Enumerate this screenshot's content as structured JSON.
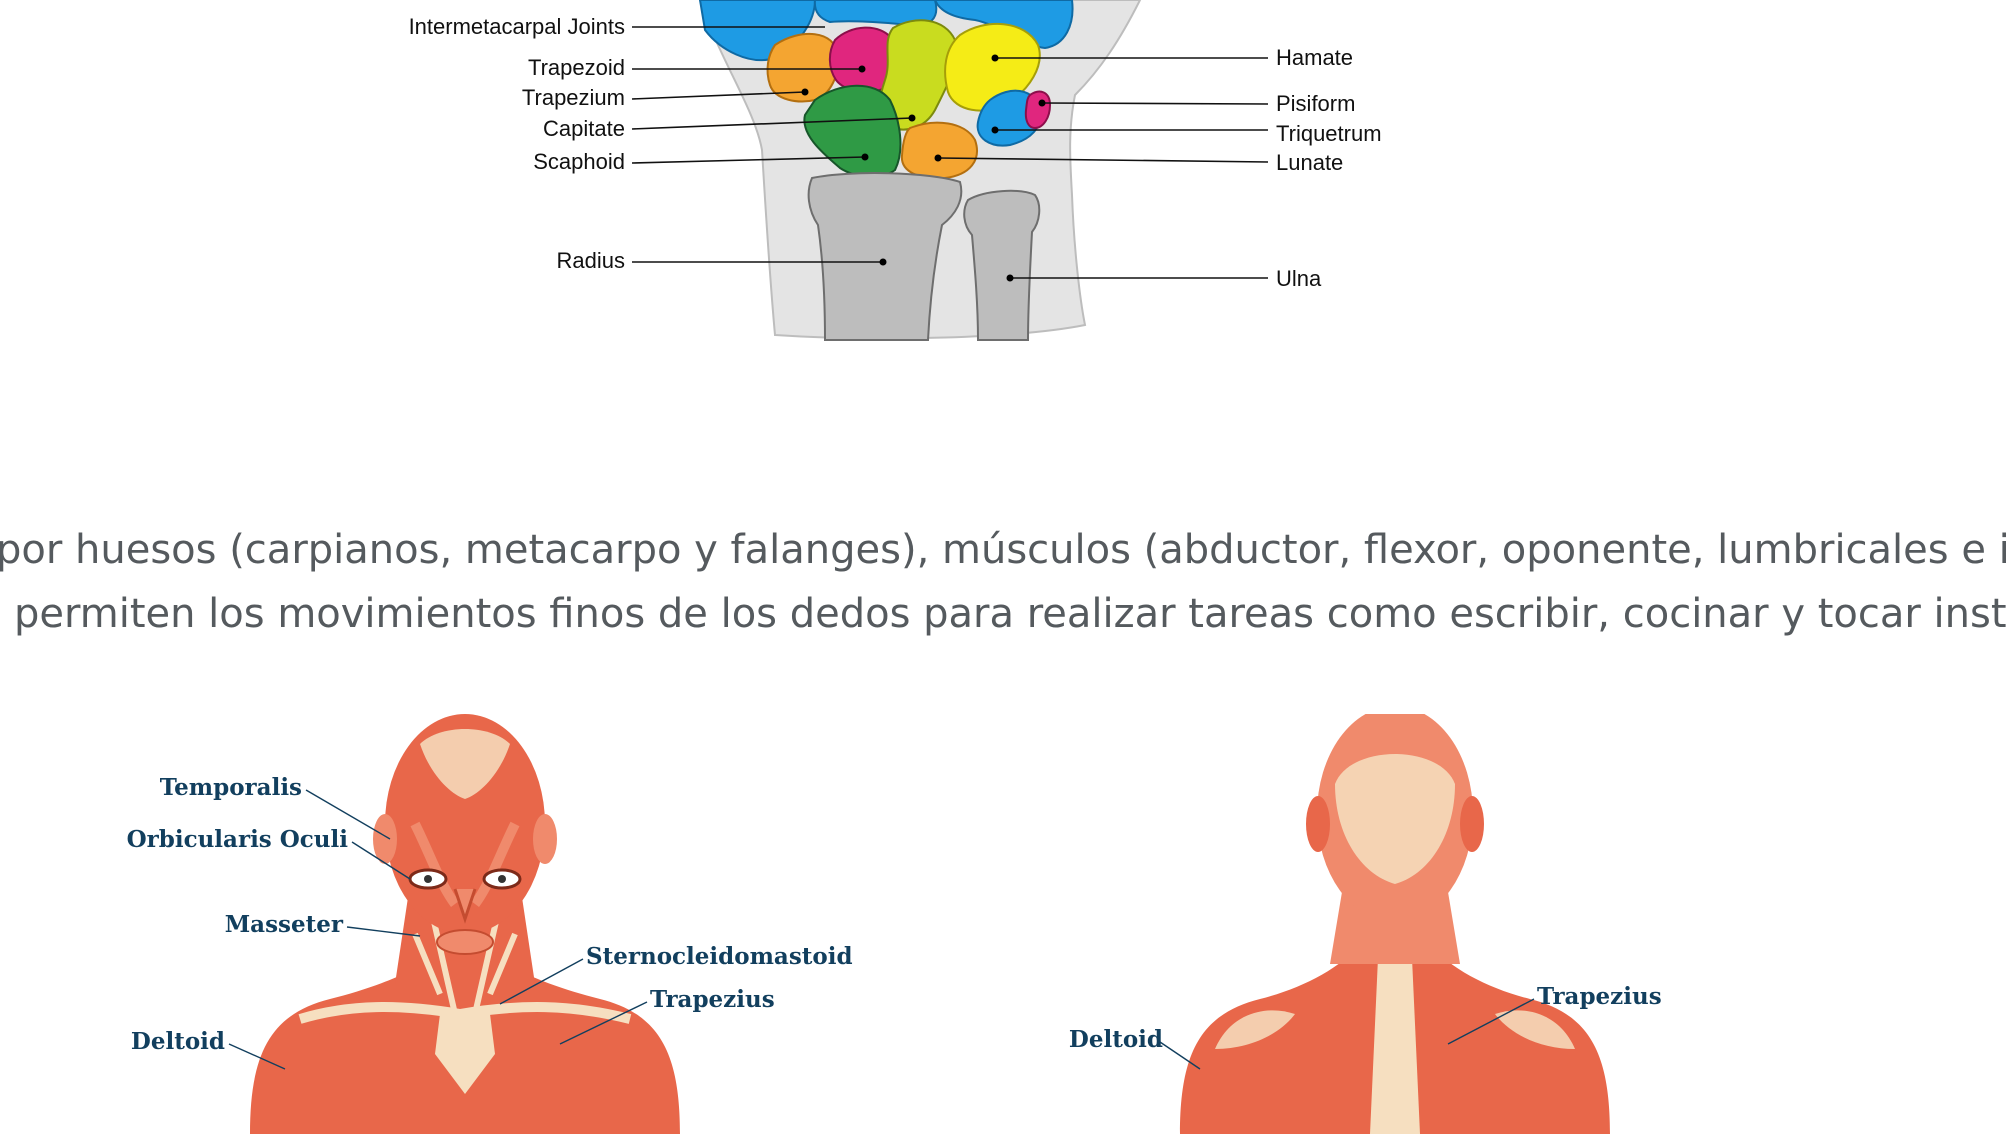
{
  "wrist_diagram": {
    "labels_left": {
      "intermetacarpal": "Intermetacarpal Joints",
      "trapezoid": "Trapezoid",
      "trapezium": "Trapezium",
      "capitate": "Capitate",
      "scaphoid": "Scaphoid",
      "radius": "Radius"
    },
    "labels_right": {
      "hamate": "Hamate",
      "pisiform": "Pisiform",
      "triquetrum": "Triquetrum",
      "lunate": "Lunate",
      "ulna": "Ulna"
    },
    "colors": {
      "blue": "#1e9be4",
      "pink": "#e0267e",
      "orange": "#f4a531",
      "yellow_green": "#c9dc1f",
      "yellow": "#f5ec16",
      "green": "#2f9a45",
      "bone_gray": "#bdbdbd",
      "skin_gray": "#e4e4e4"
    }
  },
  "paragraph": {
    "line1": "por huesos (carpianos, metacarpo y falanges), músculos (abductor, flexor, oponente, lumbricales e interósec",
    "line2": "permiten los movimientos finos de los dedos para realizar tareas como escribir, cocinar y tocar instrumento"
  },
  "front_muscles": {
    "temporalis": "Temporalis",
    "orbicularis_oculi": "Orbicularis Oculi",
    "masseter": "Masseter",
    "sternocleidomastoid": "Sternocleidomastoid",
    "trapezius": "Trapezius",
    "deltoid": "Deltoid"
  },
  "back_muscles": {
    "trapezius": "Trapezius",
    "deltoid": "Deltoid"
  },
  "muscle_colors": {
    "muscle": "#e8674a",
    "muscle_light": "#f08a6c",
    "tendon": "#f6dfc0",
    "label": "#123f5e"
  }
}
